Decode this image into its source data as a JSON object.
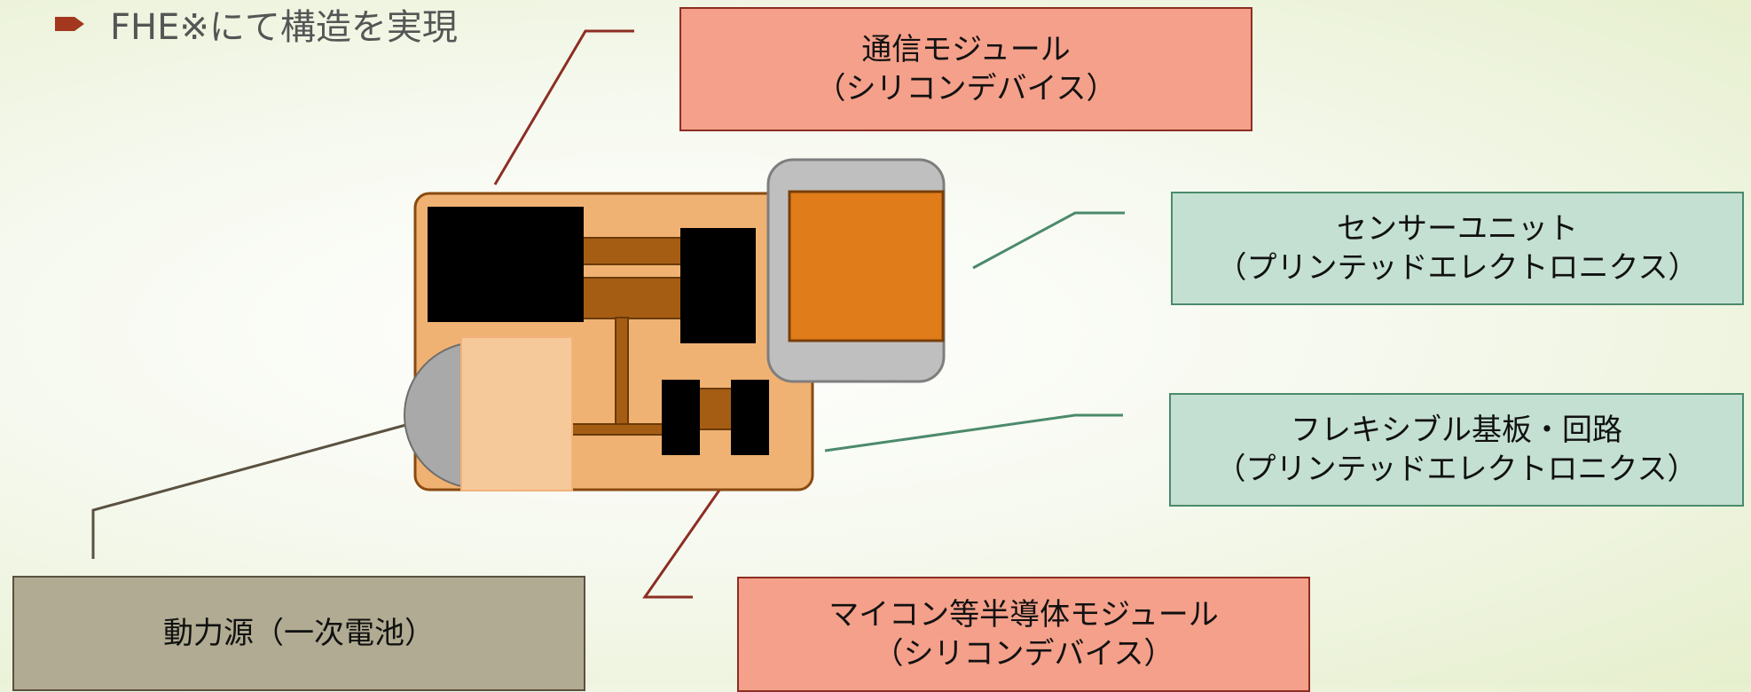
{
  "bullet": {
    "text": "FHE※にて構造を実現",
    "icon": "arrow-bullet-icon"
  },
  "labels": {
    "comm": {
      "line1": "通信モジュール",
      "line2": "（シリコンデバイス）"
    },
    "sensor": {
      "line1": "センサーユニット",
      "line2": "（プリンテッドエレクトロニクス）"
    },
    "flex": {
      "line1": "フレキシブル基板・回路",
      "line2": "（プリンテッドエレクトロニクス）"
    },
    "power": {
      "line1": "動力源（一次電池）"
    },
    "mcu": {
      "line1": "マイコン等半導体モジュール",
      "line2": "（シリコンデバイス）"
    }
  },
  "colors": {
    "accent": "#a3381e",
    "silicon_box": "#f4a08a",
    "printed_box": "#c4e0d3",
    "power_box": "#b0ab92",
    "board": "#f0b272",
    "sensor_core": "#e07d1a",
    "trace": "#a55d14",
    "chip": "#000000",
    "battery": "#f6c99a"
  }
}
